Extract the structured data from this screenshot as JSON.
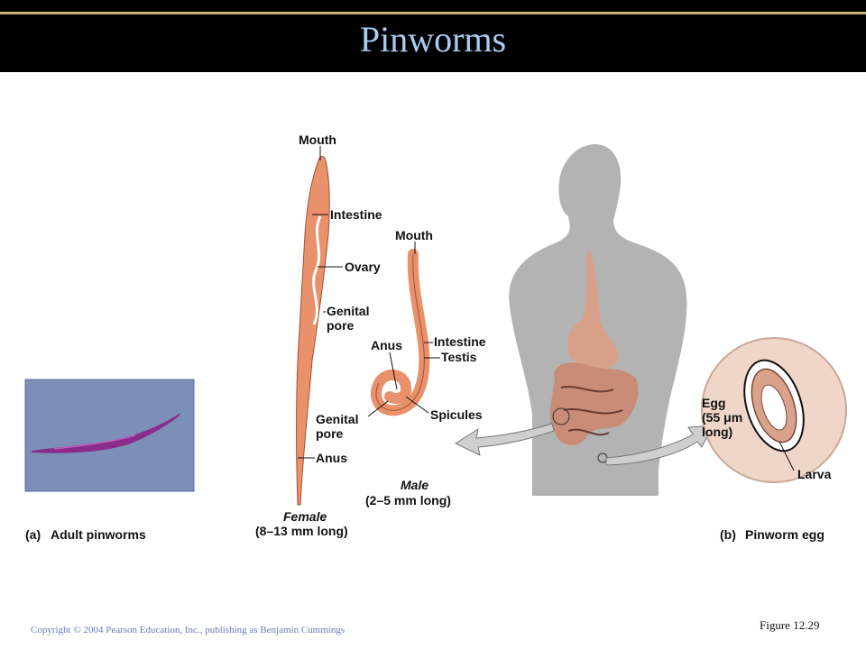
{
  "slide": {
    "title": "Pinworms",
    "copyright": "Copyright © 2004 Pearson Education, Inc., publishing as Benjamin Cummings",
    "figure": "Figure 12.29"
  },
  "diagram": {
    "female_labels": [
      "Mouth",
      "Intestine",
      "Ovary",
      "Genital",
      "pore",
      "Anus"
    ],
    "female_caption": [
      "Female",
      "(8–13 mm long)"
    ],
    "male_labels": [
      "Mouth",
      "Intestine",
      "Testis",
      "Anus",
      "Spicules",
      "Genital",
      "pore"
    ],
    "male_caption": [
      "Male",
      "(2–5 mm long)"
    ],
    "egg_labels": [
      "Egg",
      "(55 μm",
      "long)",
      "Larva"
    ],
    "panel_a": [
      "(a)",
      "Adult pinworms"
    ],
    "panel_b": [
      "(b)",
      "Pinworm egg"
    ]
  },
  "colors": {
    "header_bg": "#000000",
    "title": "#a9cdf2",
    "worm": "#e8916b",
    "body_silhouette": "#b3b3b3",
    "copyright": "#6a7ab8"
  }
}
